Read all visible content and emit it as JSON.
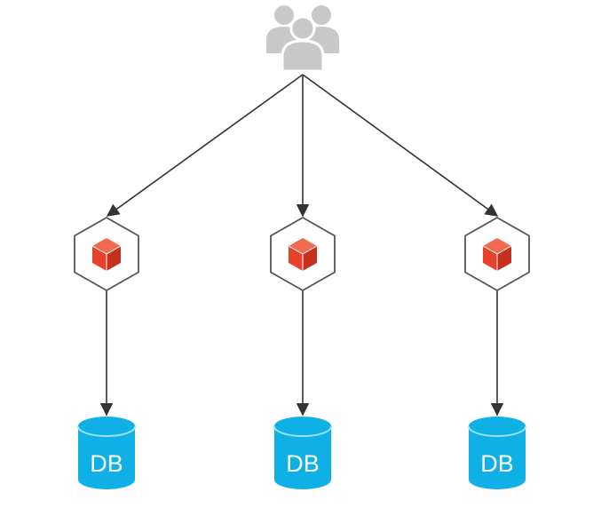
{
  "diagram": {
    "users": {
      "icon": "users-group-icon",
      "color": "#c8c8c8"
    },
    "service_icon": "service-cube-icon",
    "database_icon": "database-cylinder-icon",
    "columns": [
      {
        "service": "service",
        "database_label": "DB"
      },
      {
        "service": "service",
        "database_label": "DB"
      },
      {
        "service": "service",
        "database_label": "DB"
      }
    ],
    "colors": {
      "arrow": "#333333",
      "hexagon_stroke": "#555555",
      "cube": "#e8412c",
      "database": "#0fb0e6",
      "database_top": "#9be0f5"
    }
  }
}
